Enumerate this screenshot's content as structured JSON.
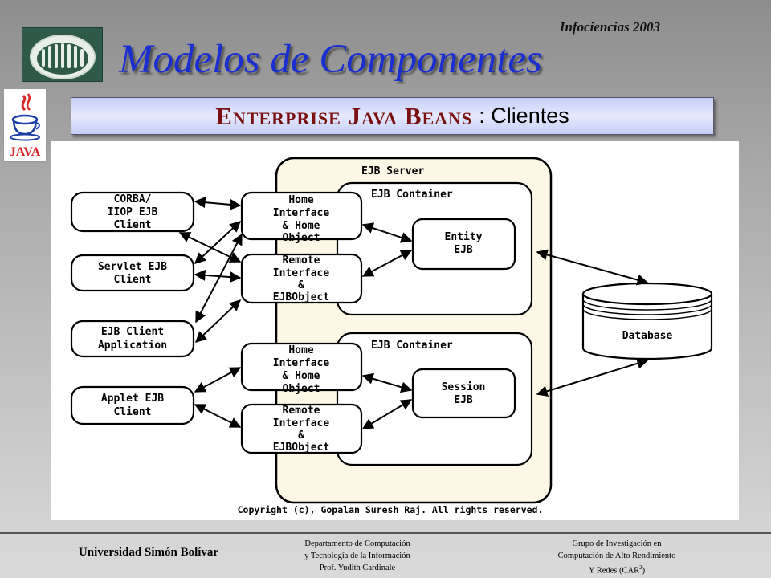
{
  "header": {
    "event": "Infociencias 2003",
    "title": "Modelos de Componentes",
    "subtitle_strong": "Enterprise Java Beans",
    "subtitle_rest": ": Clientes",
    "java_logo_text": "JAVA"
  },
  "diagram": {
    "server_label": "EJB Server",
    "containers": [
      {
        "label": "EJB Container",
        "bean": [
          "Entity",
          "EJB"
        ]
      },
      {
        "label": "EJB Container",
        "bean": [
          "Session",
          "EJB"
        ]
      }
    ],
    "clients": [
      [
        "CORBA/",
        "IIOP EJB",
        "Client"
      ],
      [
        "Servlet EJB",
        "Client"
      ],
      [
        "EJB Client",
        "Application"
      ],
      [
        "Applet EJB",
        "Client"
      ]
    ],
    "interfaces": [
      [
        "Home",
        "Interface",
        "& Home",
        "Object"
      ],
      [
        "Remote",
        "Interface",
        "&",
        "EJBObject"
      ],
      [
        "Home",
        "Interface",
        "& Home",
        "Object"
      ],
      [
        "Remote",
        "Interface",
        "&",
        "EJBObject"
      ]
    ],
    "database_label": "Database",
    "copyright": "Copyright (c), Gopalan Suresh Raj. All rights reserved."
  },
  "footer": {
    "university": "Universidad Simón Bolívar",
    "dept": [
      "Departamento de Computación",
      "y Tecnología de la Información",
      "Prof. Yudith Cardinale"
    ],
    "group": [
      "Grupo de Investigación en",
      "Computación de Alto Rendimiento",
      "Y Redes (CAR",
      "2",
      ")"
    ]
  }
}
